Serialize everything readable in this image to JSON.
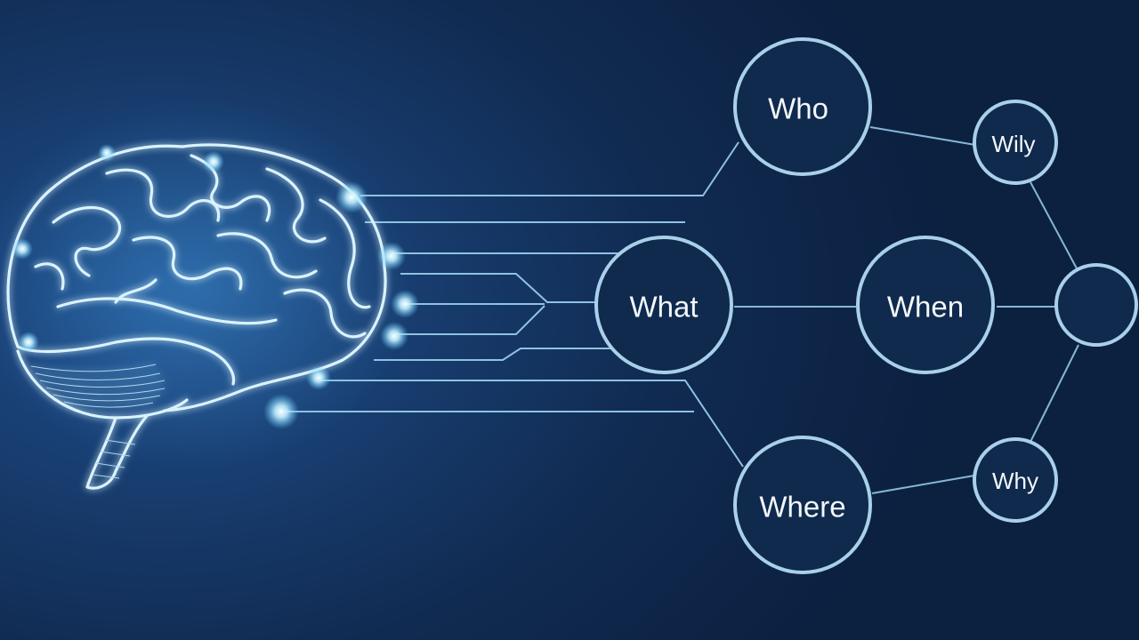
{
  "nodes": {
    "who": "Who",
    "why_top": "Wily",
    "what": "What",
    "when": "When",
    "empty": "",
    "where": "Where",
    "why_bottom": "Why"
  },
  "colors": {
    "background": "#102a50",
    "node_stroke": "#a9d0ea",
    "node_fill": "#0f2a4c",
    "brain_glow": "#d9f3ff",
    "connector": "#86b6d6"
  },
  "icons": {
    "brain": "glowing-brain-icon"
  }
}
